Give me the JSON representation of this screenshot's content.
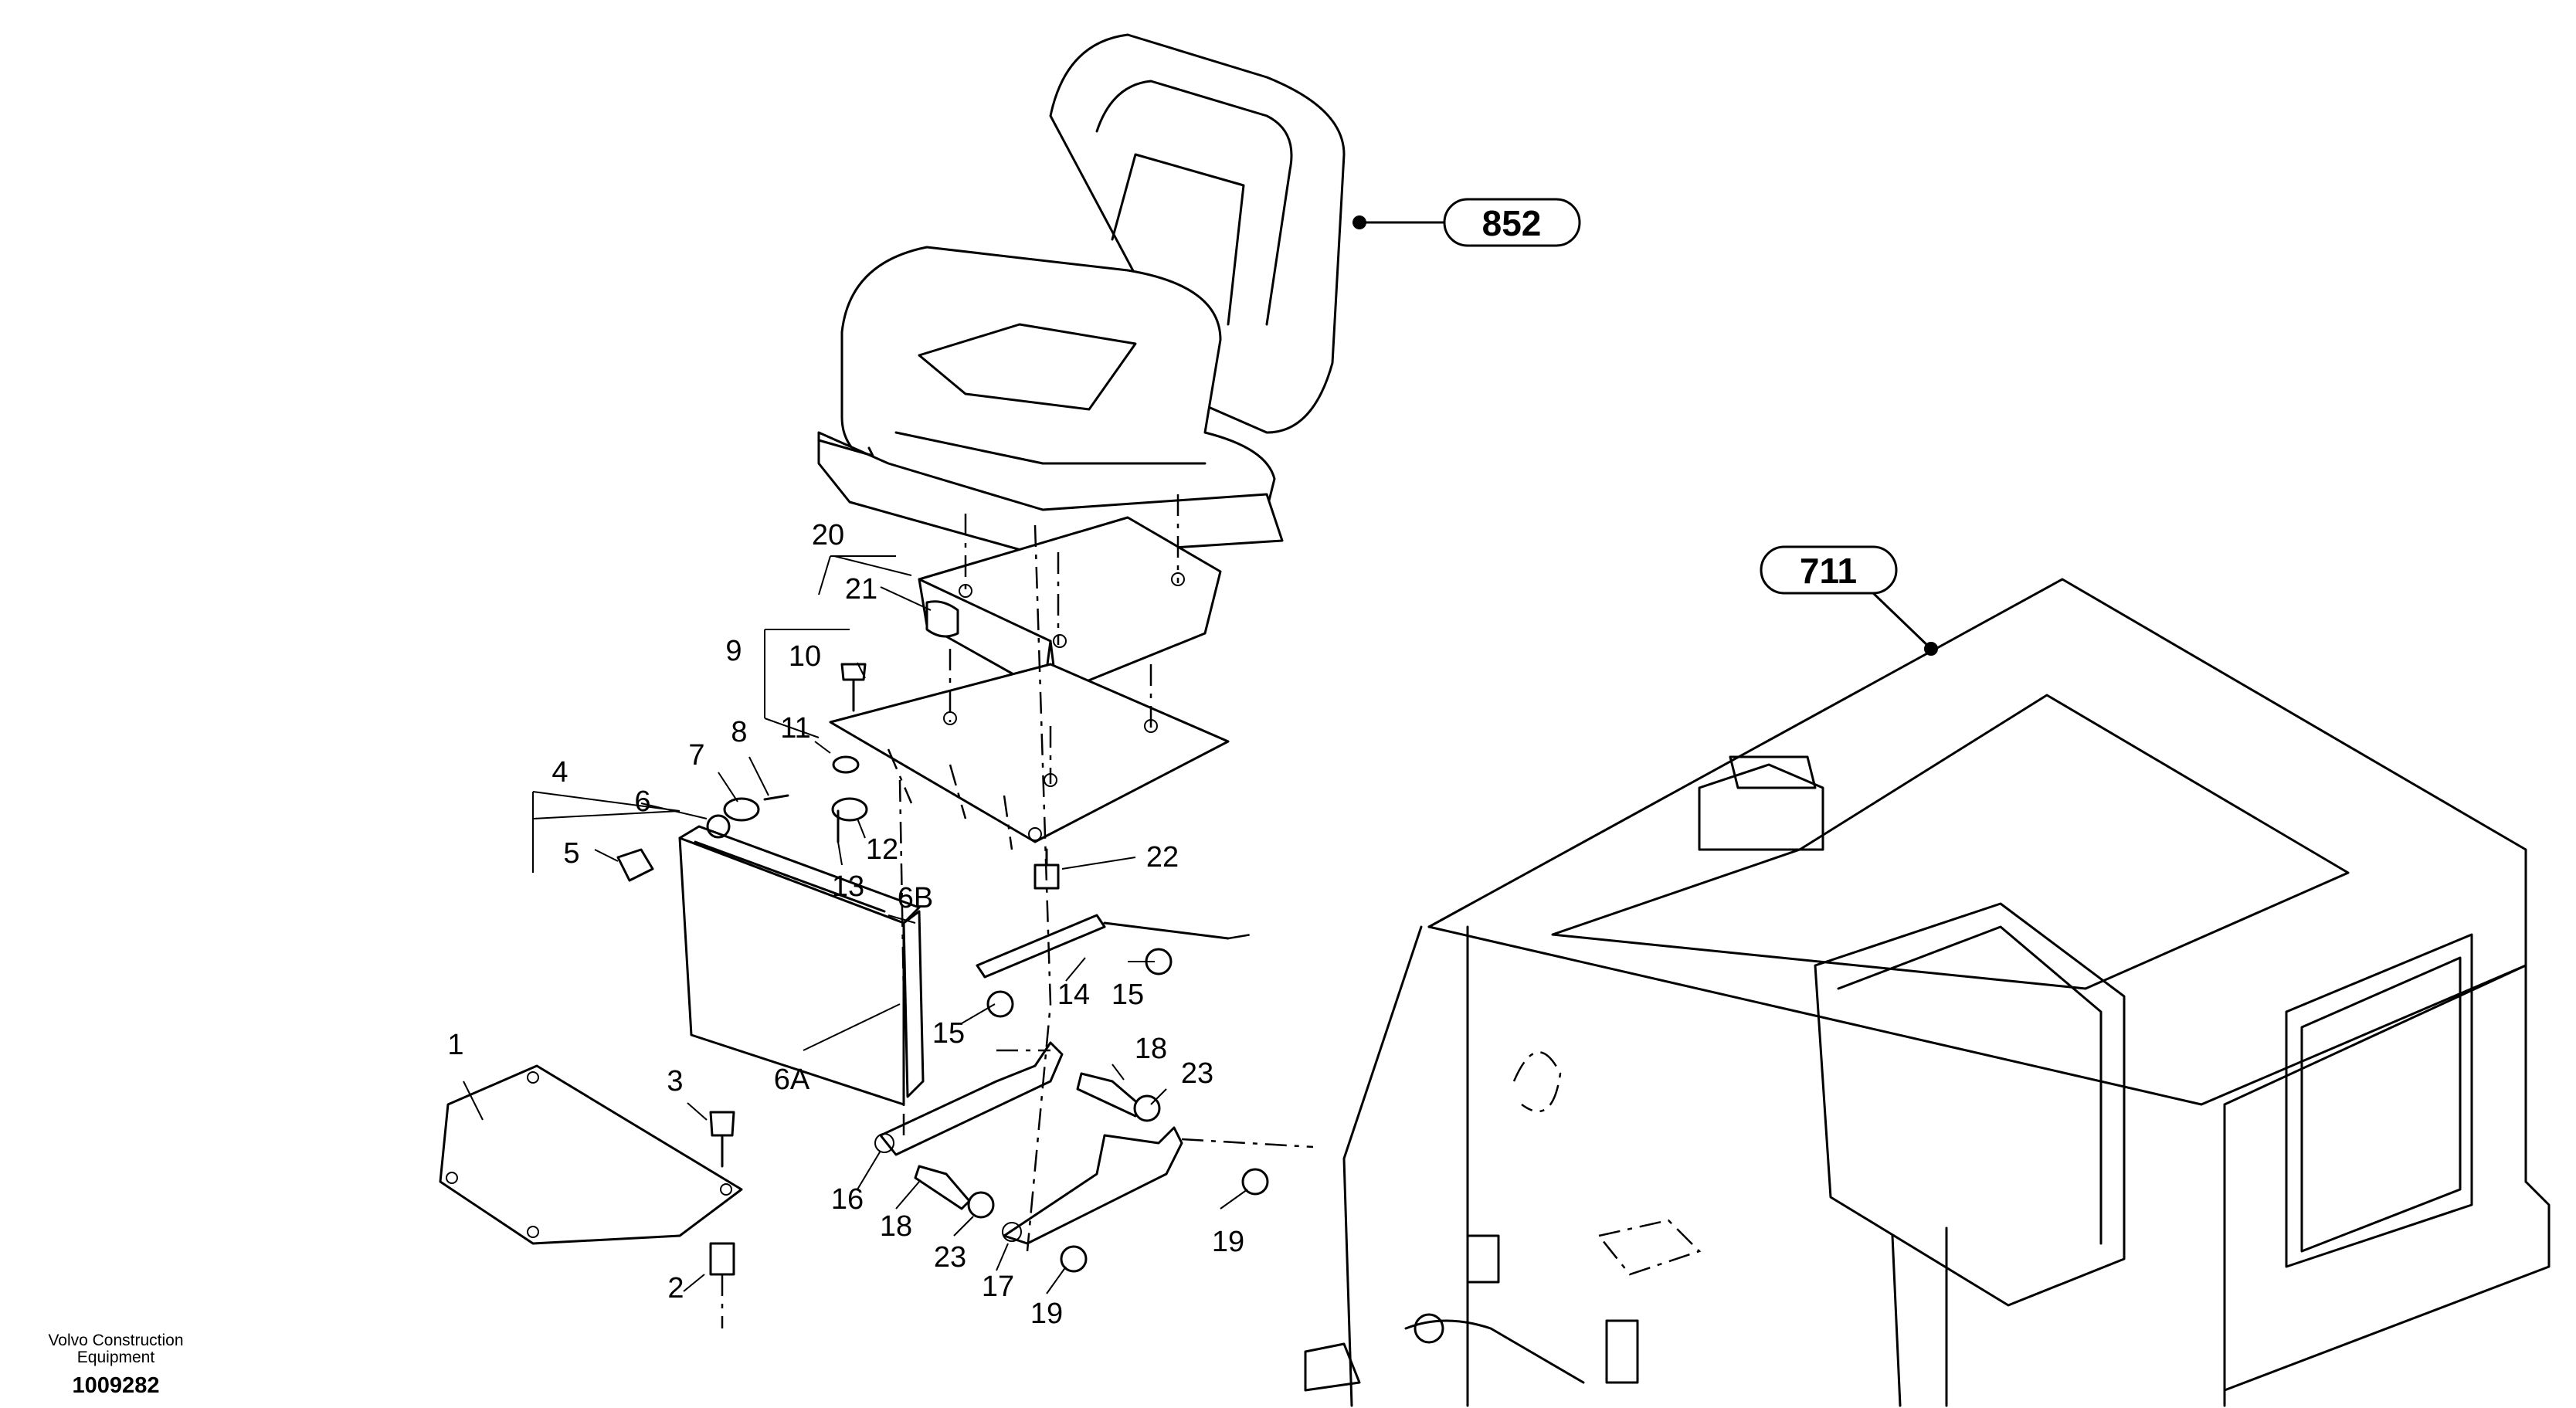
{
  "footer": {
    "maker_line1": "Volvo Construction",
    "maker_line2": "Equipment",
    "drawing_number": "1009282"
  },
  "references": {
    "seat": "852",
    "cab": "711"
  },
  "callouts": {
    "c1": "1",
    "c2": "2",
    "c3": "3",
    "c4": "4",
    "c5": "5",
    "c6": "6",
    "c6A": "6A",
    "c6B": "6B",
    "c7": "7",
    "c8": "8",
    "c9": "9",
    "c10": "10",
    "c11": "11",
    "c12": "12",
    "c13": "13",
    "c14": "14",
    "c15a": "15",
    "c15b": "15",
    "c16": "16",
    "c17": "17",
    "c18a": "18",
    "c18b": "18",
    "c19a": "19",
    "c19b": "19",
    "c20": "20",
    "c21": "21",
    "c22": "22",
    "c23a": "23",
    "c23b": "23"
  }
}
